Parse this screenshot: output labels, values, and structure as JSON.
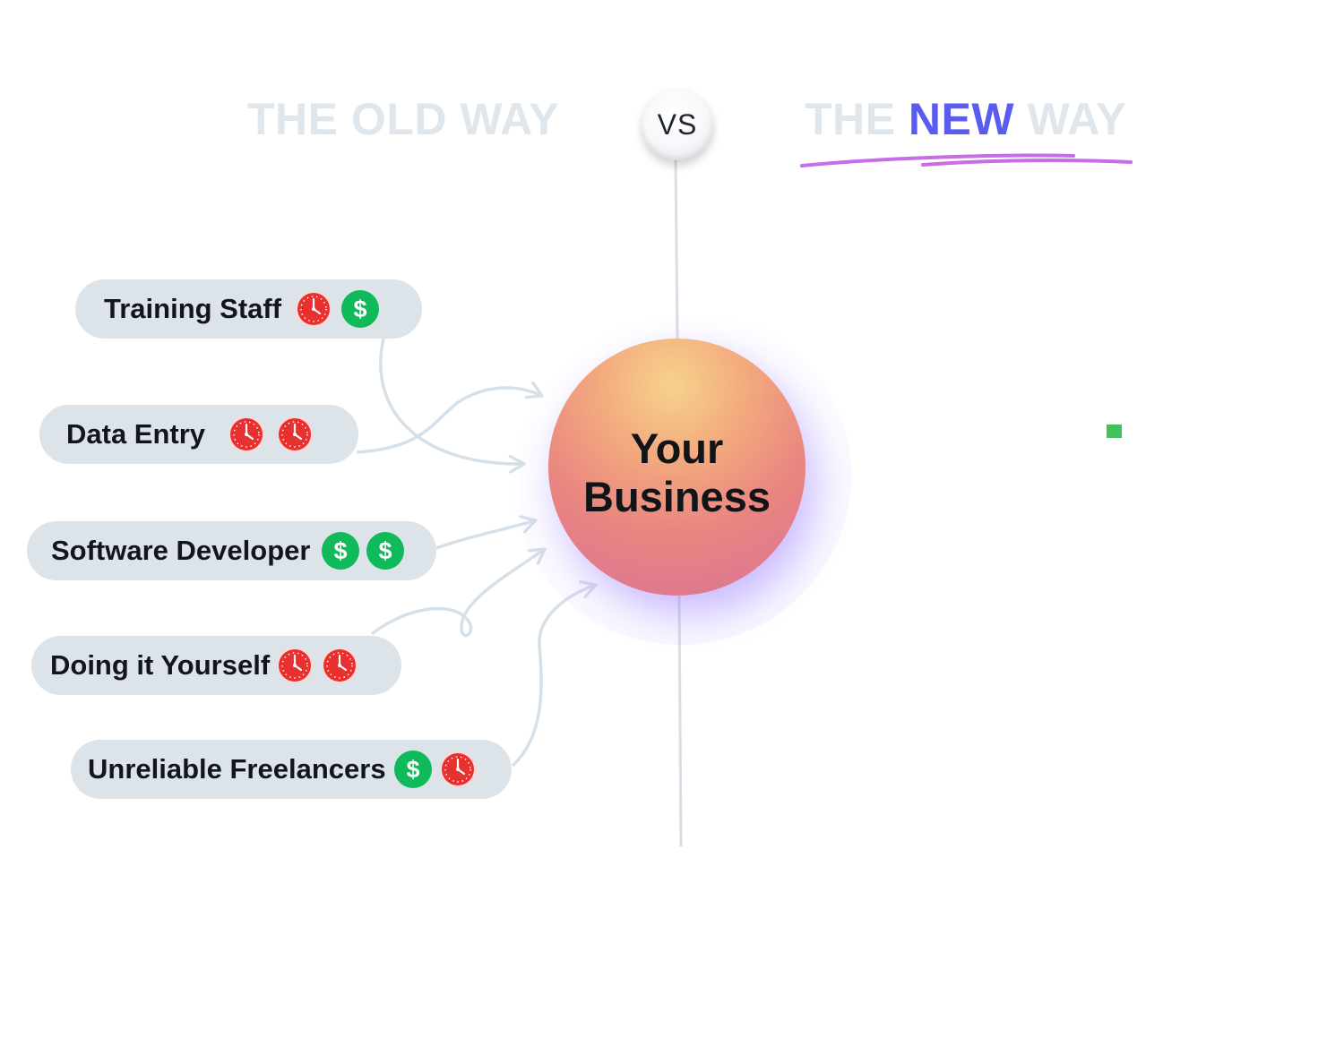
{
  "headings": {
    "old_way": "THE OLD WAY",
    "new_way_prefix": "THE ",
    "new_way_accent": "NEW",
    "new_way_suffix": " WAY",
    "vs": "VS"
  },
  "center": {
    "label": "Your\nBusiness"
  },
  "items": [
    {
      "label": "Training Staff",
      "icons": [
        "clock-icon",
        "dollar-icon"
      ]
    },
    {
      "label": "Data Entry",
      "icons": [
        "clock-icon",
        "clock-icon"
      ]
    },
    {
      "label": "Software Developer",
      "icons": [
        "dollar-icon",
        "dollar-icon"
      ]
    },
    {
      "label": "Doing it Yourself",
      "icons": [
        "clock-icon",
        "clock-icon"
      ]
    },
    {
      "label": "Unreliable Freelancers",
      "icons": [
        "dollar-icon",
        "clock-icon"
      ]
    }
  ],
  "colors": {
    "heading_muted": "#dfe6ec",
    "accent": "#5a5cf0",
    "underline": "#c86de8",
    "pill": "#dce4ea",
    "arrow": "#d6e0e8",
    "clock_red": "#e8302f",
    "dollar_green": "#10b95a",
    "marker_green": "#44c25a"
  }
}
